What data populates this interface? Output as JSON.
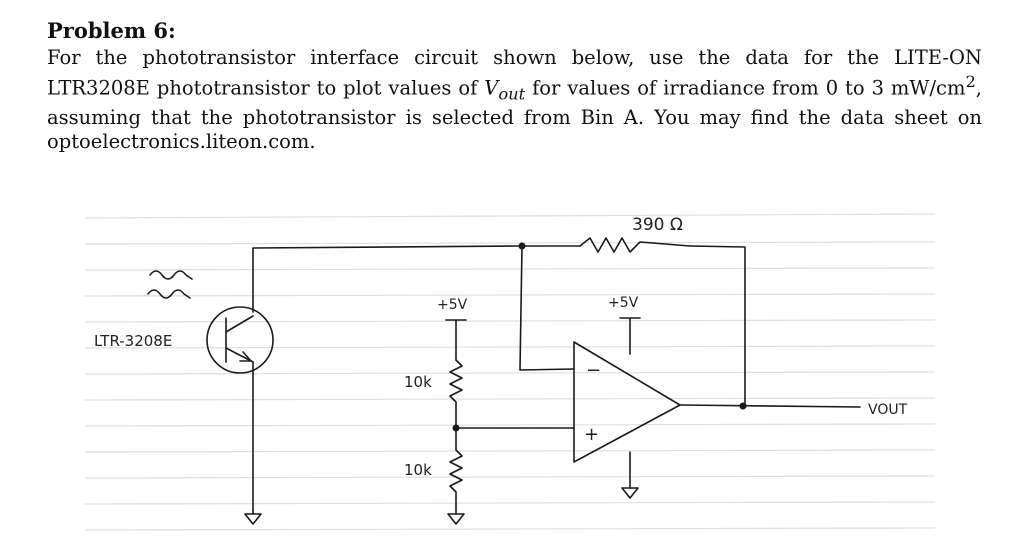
{
  "problem": {
    "title": "Problem 6:",
    "text_1": "For the phototransistor interface circuit shown below, use the data for the LITE-ON LTR3208E phototransistor to plot values of ",
    "vout_v": "V",
    "vout_sub": "out",
    "text_2": " for values of irradiance from 0 to 3 mW/cm",
    "sup_2": "2",
    "text_3": ", assuming that the phototransistor is selected from Bin A. You may find the data sheet on optoelectronics.liteon.com."
  },
  "schematic": {
    "phototransistor_label": "LTR-3208E",
    "supply_opamp": "+5V",
    "supply_divider": "+5V",
    "resistor_feedback": "390 Ω",
    "resistor_top": "10k",
    "resistor_bottom": "10k",
    "opamp_minus": "−",
    "opamp_plus": "+",
    "output_label": "VOUT"
  }
}
